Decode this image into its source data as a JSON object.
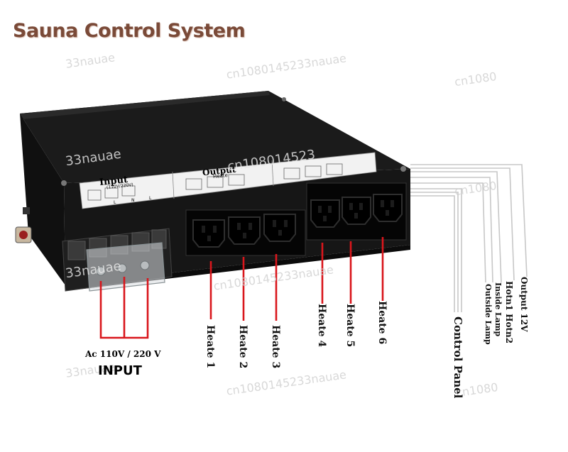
{
  "title": "Sauna  Control System",
  "watermarks": [
    "33nauae",
    "cn1080145233nauae",
    "cn1080",
    "33nauae",
    "cn108014523",
    "33nauae",
    "cn1080145233nauae",
    "cn1080",
    "33nauae",
    "cn1080145233nauae",
    "cn1080"
  ],
  "panel": {
    "input_label": "Input",
    "input_sub": "(110V/220V)",
    "terminals": [
      "L",
      "N",
      "L"
    ],
    "output_label": "Output",
    "output_sub": "Heate"
  },
  "input": {
    "voltage": "Ac 110V / 220 V",
    "label": "INPUT"
  },
  "heaters": [
    "Heate 1",
    "Heate 2",
    "Heate 3",
    "Heate 4",
    "Heate 5",
    "Heate 6"
  ],
  "cables": {
    "control_panel": "Control Panel",
    "outside_lamp": "Outside Lamp",
    "inside_lamp": "Inside Lamp",
    "hotn": "Hotn1  Hotn2",
    "output_12v": "Output 12V"
  },
  "colors": {
    "title": "#7a4a38",
    "leader_line": "#d9161c",
    "case": "#141414"
  }
}
